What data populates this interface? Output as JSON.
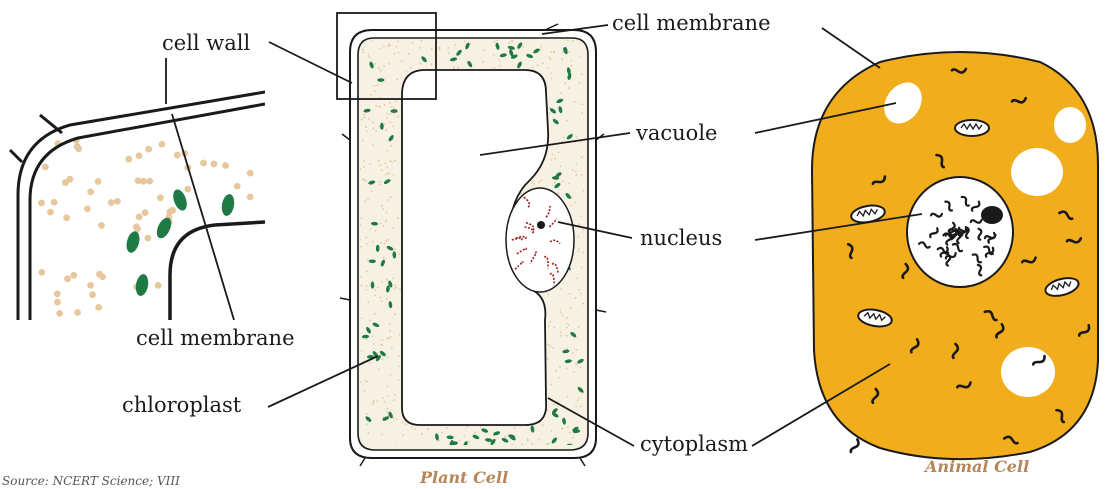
{
  "labels": {
    "cell_wall": "cell wall",
    "cell_membrane_top": "cell membrane",
    "cell_membrane_inset": "cell membrane",
    "chloroplast": "chloroplast",
    "vacuole": "vacuole",
    "nucleus": "nucleus",
    "cytoplasm": "cytoplasm"
  },
  "captions": {
    "plant": "Plant Cell",
    "animal": "Animal Cell",
    "source": "Source: NCERT Science; VIII"
  },
  "colors": {
    "ink": "#1a1a1a",
    "cytoplasm_plant": "#f7f1e4",
    "cytoplasm_dots": "#e6c79e",
    "chloroplast": "#1f7a45",
    "animal_fill": "#f2ad1d",
    "caption": "#b5865b",
    "nucleus_dna": "#9b1c1c"
  }
}
